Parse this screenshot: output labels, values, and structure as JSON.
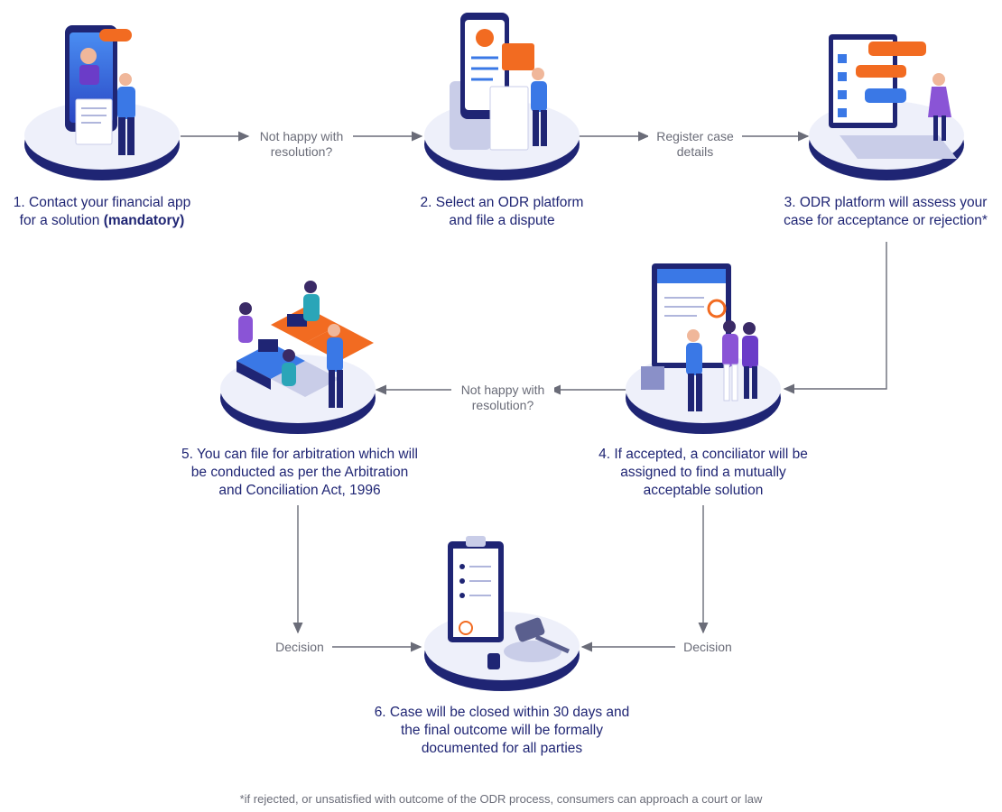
{
  "steps": {
    "s1": {
      "line1": "1. Contact your financial app",
      "line2_pre": "for a solution ",
      "line2_bold": "(mandatory)"
    },
    "s2": {
      "line1": "2. Select an ODR platform",
      "line2": "and file a dispute"
    },
    "s3": {
      "line1": "3. ODR platform will assess your",
      "line2": "case for acceptance or rejection*"
    },
    "s4": {
      "line1": "4. If accepted, a conciliator will be",
      "line2": "assigned to find a mutually",
      "line3": "acceptable solution"
    },
    "s5": {
      "line1": "5. You can file for arbitration which will",
      "line2": "be conducted as per the Arbitration",
      "line3": "and Conciliation Act, 1996"
    },
    "s6": {
      "line1": "6. Case will be closed within 30 days and",
      "line2": "the final outcome will be formally",
      "line3": "documented for all parties"
    }
  },
  "edges": {
    "e12": {
      "line1": "Not happy with",
      "line2": "resolution?"
    },
    "e23": {
      "line1": "Register case",
      "line2": "details"
    },
    "e45": {
      "line1": "Not happy with",
      "line2": "resolution?"
    },
    "e56": {
      "line1": "Decision"
    },
    "e46": {
      "line1": "Decision"
    }
  },
  "footnote": "*if rejected, or unsatisfied with outcome of the ODR process, consumers can approach a court or law",
  "colors": {
    "platform": "#eef0fa",
    "platform_edge": "#1f2574",
    "accent_orange": "#f26b21",
    "accent_blue": "#3a78e6",
    "arrow": "#6a6c78",
    "text": "#1f2574"
  },
  "icons": [
    "phone-support-icon",
    "mobile-form-icon",
    "laptop-chat-icon",
    "document-handshake-icon",
    "puzzle-team-icon",
    "clipboard-gavel-icon"
  ]
}
